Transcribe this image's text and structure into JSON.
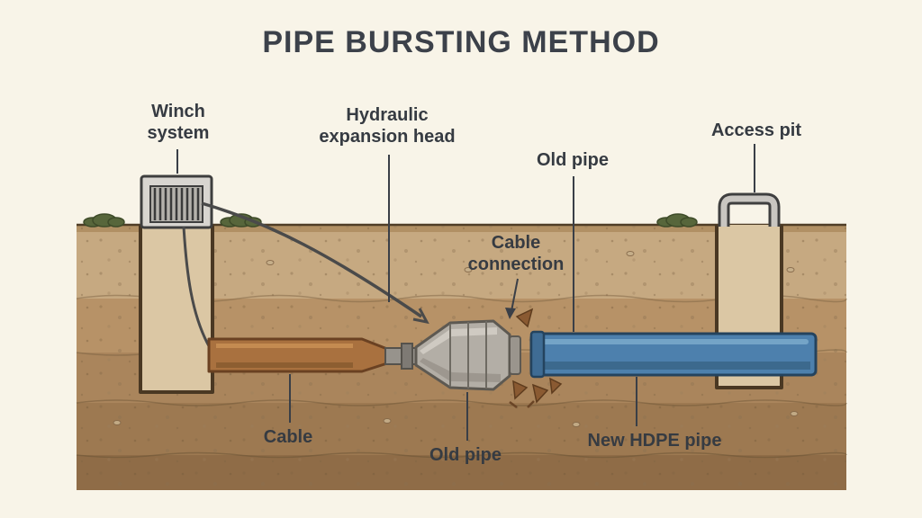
{
  "title": "PIPE BURSTING METHOD",
  "labels": {
    "winch_system": "Winch\nsystem",
    "hydraulic_head": "Hydraulic\nexpansion head",
    "old_pipe_top": "Old pipe",
    "access_pit": "Access pit",
    "cable_connection": "Cable\nconnection",
    "cable": "Cable",
    "old_pipe_bottom": "Old pipe",
    "new_hdpe_pipe": "New HDPE pipe"
  },
  "palette": {
    "background": "#f8f4e8",
    "title_text": "#3c414a",
    "label_text": "#363b42",
    "ground_line": "#4f3d26",
    "soil_layers": [
      "#c6a981",
      "#b79267",
      "#aa855c",
      "#9d7951",
      "#8f6c47"
    ],
    "pit_interior": "#dbc7a4",
    "old_pipe_brown": "#a9713f",
    "new_pipe_blue": "#4d80ad",
    "expansion_head_gray": "#b3aea6",
    "cable_gray": "#4a4a4a",
    "bush_green": "#57663b"
  }
}
